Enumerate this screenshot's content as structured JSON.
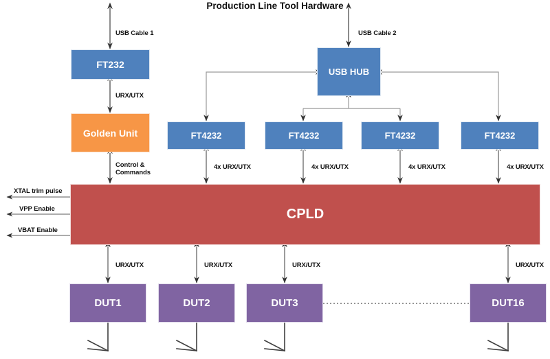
{
  "title": "Production Line Tool Hardware",
  "colors": {
    "blue": "#4f81bd",
    "orange": "#f79646",
    "red": "#c0504d",
    "purple": "#8064a2",
    "wire": "#808080",
    "arrow_dark": "#404040",
    "text": "#111111"
  },
  "nodes": {
    "ft232": "FT232",
    "golden_unit": "Golden Unit",
    "usb_hub": "USB HUB",
    "ft4232_1": "FT4232",
    "ft4232_2": "FT4232",
    "ft4232_3": "FT4232",
    "ft4232_4": "FT4232",
    "cpld": "CPLD",
    "dut1": "DUT1",
    "dut2": "DUT2",
    "dut3": "DUT3",
    "dut16": "DUT16"
  },
  "edge_labels": {
    "usb_cable_1": "USB Cable 1",
    "usb_cable_2": "USB Cable 2",
    "urx_utx_golden": "URX/UTX",
    "control_commands_line1": "Control &",
    "control_commands_line2": "Commands",
    "quad_urx_utx_1": "4x URX/UTX",
    "quad_urx_utx_2": "4x URX/UTX",
    "quad_urx_utx_3": "4x URX/UTX",
    "quad_urx_utx_4": "4x URX/UTX",
    "urx_utx_dut1": "URX/UTX",
    "urx_utx_dut2": "URX/UTX",
    "urx_utx_dut3": "URX/UTX",
    "urx_utx_dut16": "URX/UTX"
  },
  "signals": {
    "xtal": "XTAL trim pulse",
    "vpp": "VPP Enable",
    "vbat": "VBAT Enable"
  }
}
